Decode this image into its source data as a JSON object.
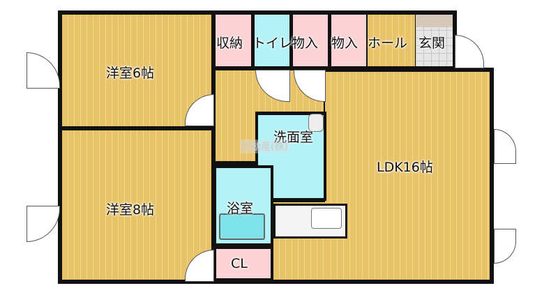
{
  "rooms": {
    "western6": "洋室6帖",
    "western8": "洋室8帖",
    "storage": "収納",
    "toilet": "トイレ",
    "closet1": "物入",
    "closet2": "物入",
    "hall": "ホール",
    "entrance": "玄関",
    "washroom": "洗面室",
    "bath": "浴室",
    "cl": "CL",
    "ldk": "LDK16帖"
  },
  "watermark": "不動産(株)"
}
